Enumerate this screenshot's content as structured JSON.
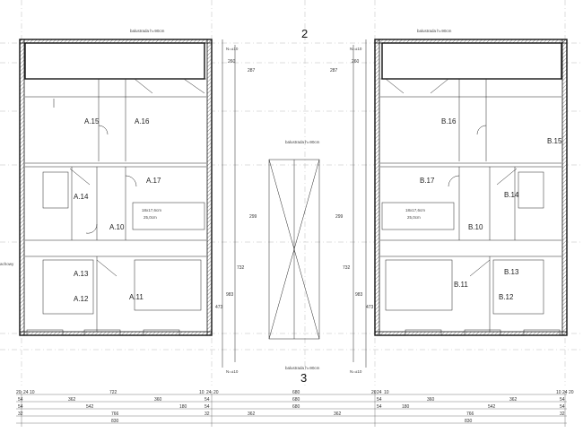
{
  "axis_labels": {
    "top": "2",
    "bottom": "3"
  },
  "railing_note": "balustrada h=90cm",
  "stair_notes": {
    "left": [
      "18x17,6cm",
      "25,0cm"
    ],
    "right": [
      "18x17,6cm",
      "25,0cm"
    ]
  },
  "rooms_left": [
    "A.15",
    "A.16",
    "A.17",
    "A.14",
    "A.10",
    "A.13",
    "A.12",
    "A.11"
  ],
  "rooms_right": [
    "B.16",
    "B.15",
    "B.17",
    "B.14",
    "B.10",
    "B.13",
    "B.12",
    "B.11"
  ],
  "center_dims": {
    "d299": "299",
    "d732": "732",
    "d473": "473",
    "d983": "983",
    "d260": "260",
    "d287": "287"
  },
  "bottom_dims": {
    "row1_left": [
      "20",
      "24",
      "10",
      "722",
      "10",
      "24",
      "20"
    ],
    "row1_mid": "680",
    "row2_left": [
      "54",
      "362",
      "360",
      "54"
    ],
    "row2_mid": "680",
    "row3_left": [
      "54",
      "542",
      "180",
      "54"
    ],
    "row3_mid": "680",
    "row4_left": [
      "32",
      "766",
      "32"
    ],
    "row4_mid": "362",
    "row4_mid2": "362",
    "row5": "830",
    "row1_right": [
      "20",
      "24",
      "10",
      "10",
      "24",
      "20"
    ],
    "row2_right": [
      "54",
      "360",
      "362",
      "54"
    ],
    "row3_right": [
      "54",
      "180",
      "542",
      "54"
    ],
    "row4_right": [
      "766",
      "32"
    ]
  },
  "side_labels": {
    "left_mid": "achowy"
  },
  "level_marks": [
    "N=±10",
    "N=±10",
    "N=±10",
    "N=±10"
  ]
}
